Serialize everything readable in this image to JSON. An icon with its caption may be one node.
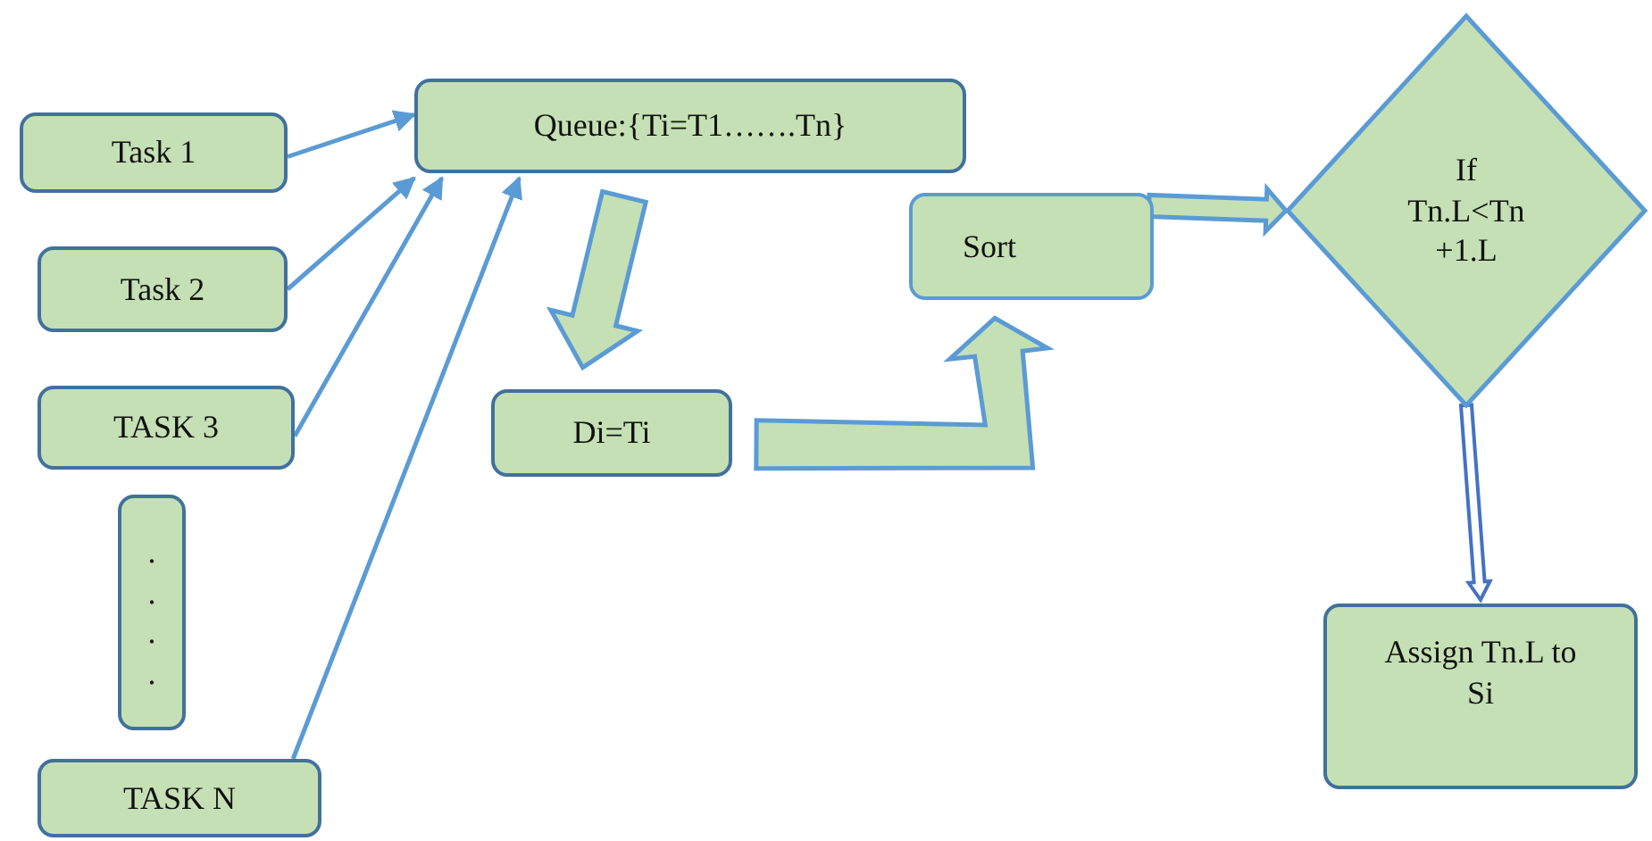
{
  "diagram": {
    "nodes": [
      {
        "text": [
          "Task 1"
        ]
      },
      {
        "text": [
          "Queue:{Ti=T1…….Tn}"
        ]
      },
      {
        "text": [
          "Sort"
        ]
      },
      {
        "text": [
          "If Tn.L<Tn +1.L"
        ]
      },
      {
        "text": [
          "Task 2"
        ]
      },
      {
        "text": [
          "TASK 3"
        ]
      },
      {
        "text": [
          "Di=Ti"
        ]
      },
      {
        "text": [
          ". . . ."
        ]
      },
      {
        "text": [
          "Assign Tn.L to Si"
        ]
      },
      {
        "text": [
          "TASK N"
        ]
      }
    ],
    "edges": [
      {
        "from": 0,
        "to": 1,
        "arrow": "to"
      },
      {
        "from": 4,
        "to": 1,
        "arrow": "to"
      },
      {
        "from": 5,
        "to": 1,
        "arrow": "to"
      },
      {
        "from": 9,
        "to": 1,
        "arrow": "to"
      },
      {
        "from": 1,
        "to": 6,
        "arrow": "to",
        "style": "thick"
      },
      {
        "from": 6,
        "to": 2,
        "arrow": "to",
        "style": "thick"
      },
      {
        "from": 2,
        "to": 3,
        "arrow": "to",
        "style": "thick"
      },
      {
        "from": 3,
        "to": 8,
        "arrow": "to",
        "style": "thick"
      }
    ]
  }
}
